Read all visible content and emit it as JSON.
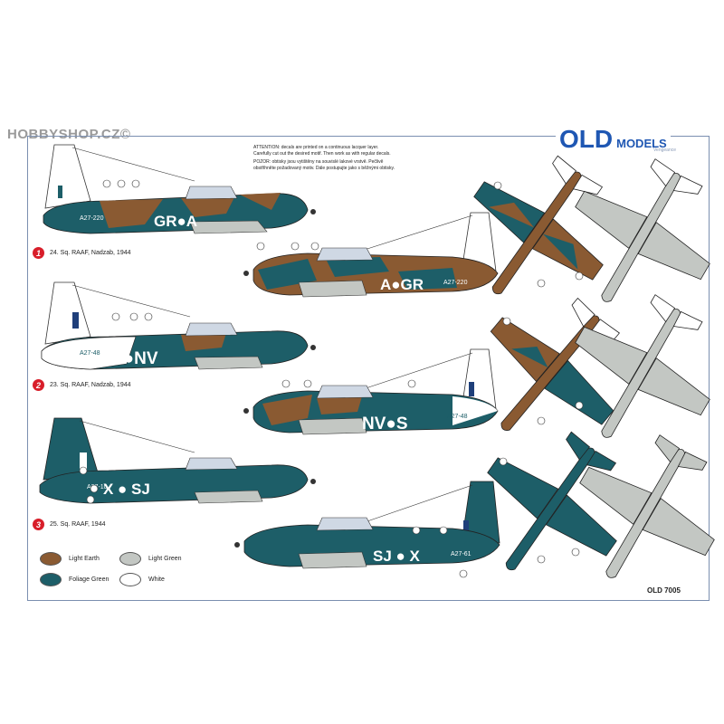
{
  "watermark": "HOBBYSHOP.CZ©",
  "brand": {
    "old": "OLD",
    "models": "MODELS",
    "sub": "Vengeance"
  },
  "note": {
    "line1": "ATTENTION: decals are printed on a continuous lacquer layer.",
    "line2": "Carefully cut out the desired motif. Then work as with regular decals.",
    "line3": "POZOR: obtisky jsou vytištěny na souvislé lakové vrstvě. Pečlivě",
    "line4": "obstřihněte požadovaný motiv. Dále postupujte jako s běžnými obtisky."
  },
  "captions": [
    {
      "num": "1",
      "text": "24. Sq. RAAF, Nadzab, 1944"
    },
    {
      "num": "2",
      "text": "23. Sq. RAAF, Nadzab, 1944"
    },
    {
      "num": "3",
      "text": "25. Sq. RAAF, 1944"
    }
  ],
  "aircraft": {
    "a1_code": "GR●A",
    "a1_serial": "A27-220",
    "b1_code": "A●GR",
    "b1_serial": "A27-220",
    "a2_code": "S●NV",
    "a2_serial": "A27-48",
    "b2_code": "NV●S",
    "b2_serial": "A27-48",
    "a3_code": "X ● SJ",
    "a3_serial": "A27-10",
    "b3_code": "SJ ● X",
    "b3_serial": "A27-61"
  },
  "legend": [
    {
      "label": "Light Earth",
      "color": "#8a5a32"
    },
    {
      "label": "Light Green",
      "color": "#c3c7c3"
    },
    {
      "label": "Foliage Green",
      "color": "#1d5e68"
    },
    {
      "label": "White",
      "color": "#ffffff"
    }
  ],
  "colors": {
    "brown": "#8a5a32",
    "green": "#1d5e68",
    "grey": "#c3c7c3",
    "badge": "#d81e2a",
    "brand": "#1f57b3"
  },
  "code": "OLD 7005"
}
